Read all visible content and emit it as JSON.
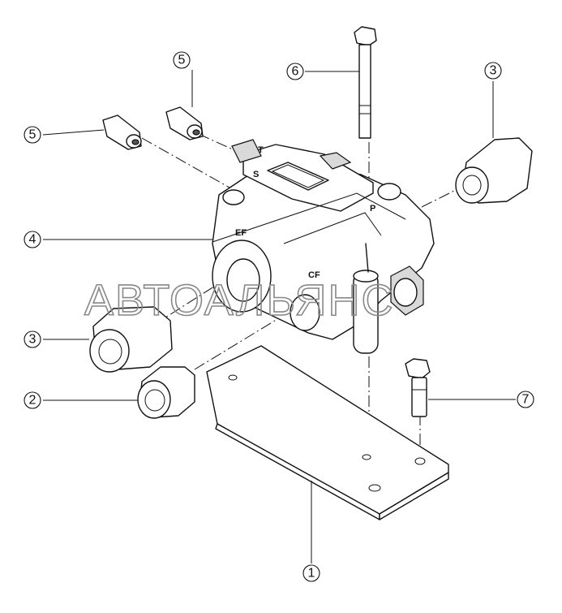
{
  "watermark": "АВТОАЛЬЯНС",
  "engravings": {
    "t": "T",
    "s": "S",
    "p": "P",
    "ef": "EF",
    "cf": "CF"
  },
  "callouts": [
    {
      "id": "c1",
      "label": "1"
    },
    {
      "id": "c2",
      "label": "2"
    },
    {
      "id": "c3a",
      "label": "3"
    },
    {
      "id": "c3b",
      "label": "3"
    },
    {
      "id": "c4",
      "label": "4"
    },
    {
      "id": "c5a",
      "label": "5"
    },
    {
      "id": "c5b",
      "label": "5"
    },
    {
      "id": "c6",
      "label": "6"
    },
    {
      "id": "c7",
      "label": "7"
    }
  ]
}
